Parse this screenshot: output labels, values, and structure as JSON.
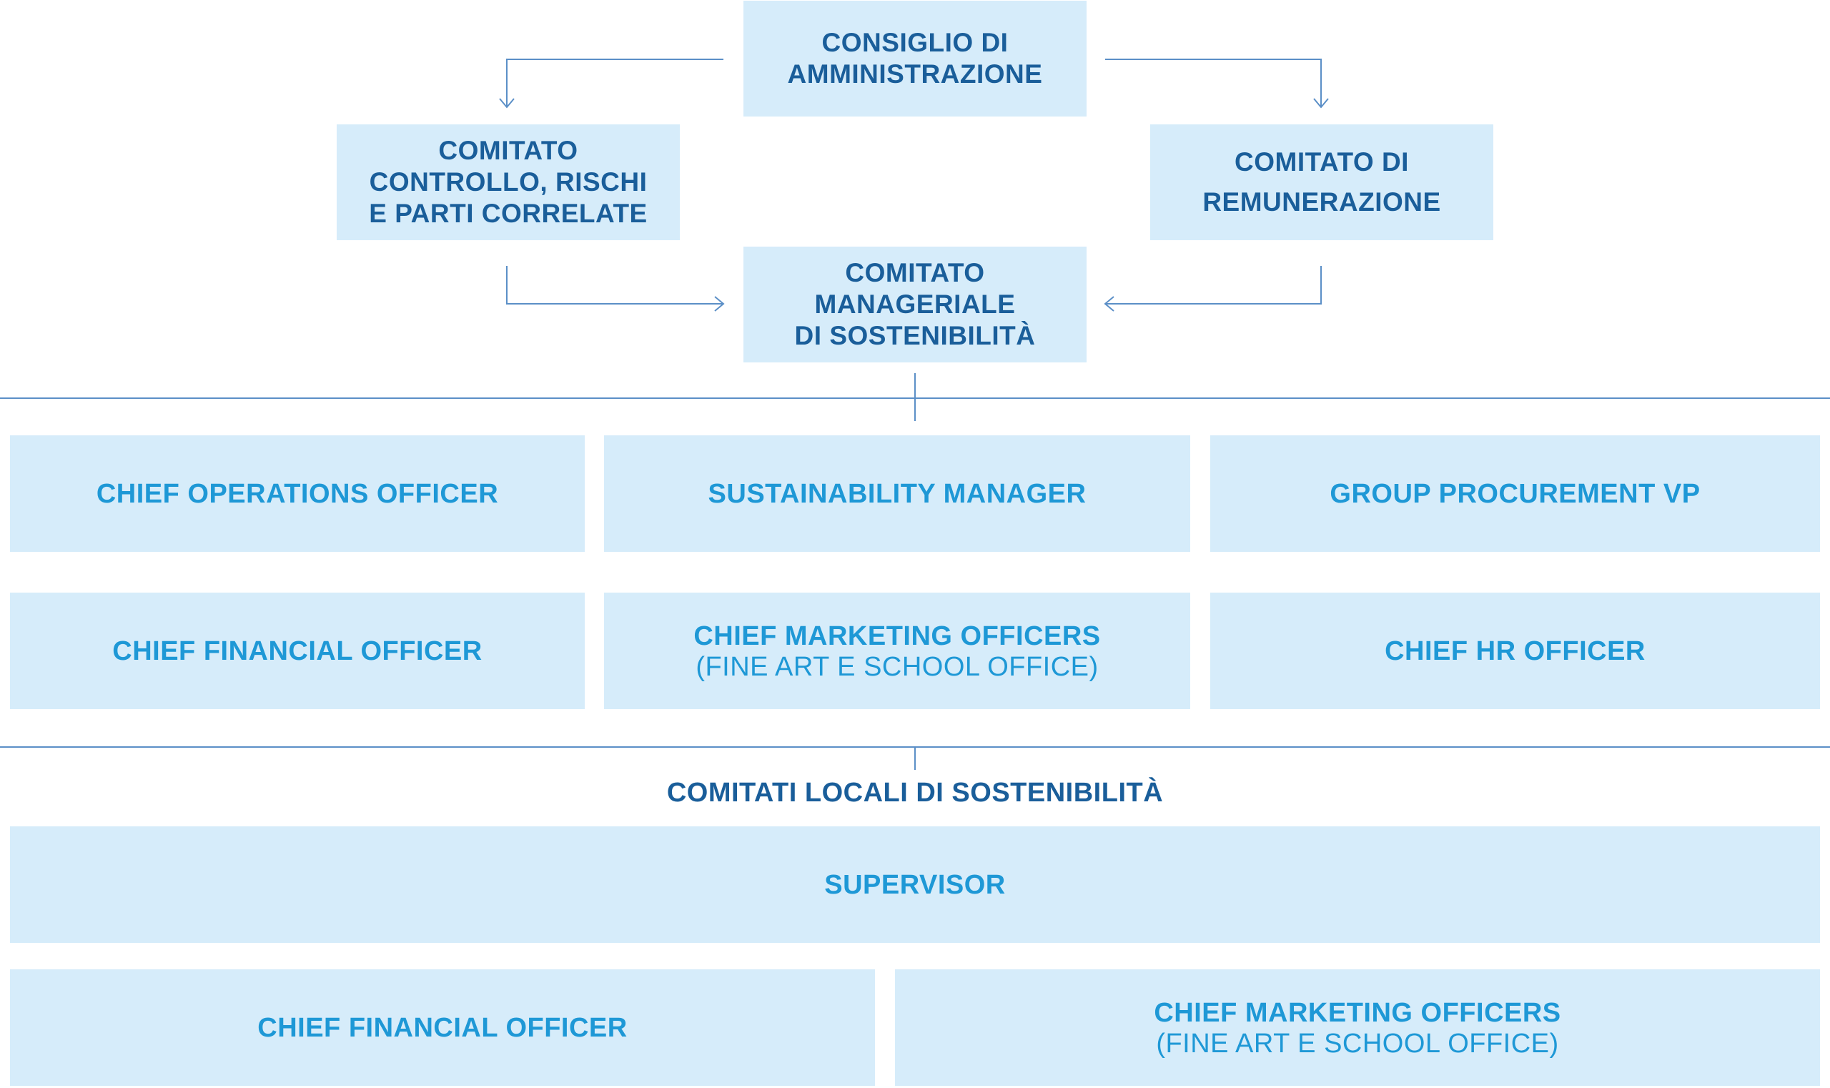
{
  "top": {
    "board": [
      "CONSIGLIO DI",
      "AMMINISTRAZIONE"
    ],
    "control_committee": [
      "COMITATO",
      "CONTROLLO, RISCHI",
      "E PARTI CORRELATE"
    ],
    "remuneration_committee": [
      "COMITATO DI",
      "REMUNERAZIONE"
    ],
    "sustainability_committee": [
      "COMITATO",
      "MANAGERIALE",
      "DI SOSTENIBILITÀ"
    ]
  },
  "managers": {
    "row1": [
      "CHIEF OPERATIONS OFFICER",
      "SUSTAINABILITY MANAGER",
      "GROUP PROCUREMENT VP"
    ],
    "row2": {
      "cfo": "CHIEF FINANCIAL OFFICER",
      "cmo": "CHIEF MARKETING OFFICERS",
      "cmo_sub": "(FINE ART E SCHOOL OFFICE)",
      "hr": "CHIEF HR OFFICER"
    }
  },
  "local": {
    "title": "COMITATI LOCALI DI SOSTENIBILITÀ",
    "supervisor": "SUPERVISOR",
    "cfo": "CHIEF FINANCIAL OFFICER",
    "cmo": "CHIEF MARKETING OFFICERS",
    "cmo_sub": "(FINE ART E SCHOOL OFFICE)"
  },
  "colors": {
    "box_fill": "#d6ecfa",
    "dark_text": "#1a5e9a",
    "light_text": "#1e98d6",
    "connector": "#5b8fc7"
  }
}
